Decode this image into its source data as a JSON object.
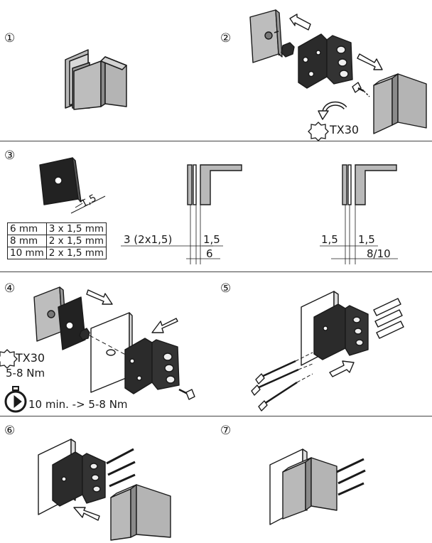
{
  "steps": [
    "①",
    "②",
    "③",
    "④",
    "⑤",
    "⑥",
    "⑦"
  ],
  "labels": {
    "tx30_step2": "TX30",
    "tx30_step4": "TX30",
    "torque": "5-8 Nm",
    "timer_text": "10 min. -> 5-8 Nm",
    "pad_thickness": "1,5",
    "left_gap_label": "3 (2x1,5)",
    "left_pad_label": "1,5",
    "left_dim": "6",
    "right_pad_a": "1,5",
    "right_pad_b": "1,5",
    "right_dim": "8/10"
  },
  "table": [
    [
      "6 mm",
      "3 x 1,5 mm"
    ],
    [
      "8 mm",
      "2 x 1,5 mm"
    ],
    [
      "10 mm",
      "2 x 1,5 mm"
    ]
  ],
  "colors": {
    "line": "#1a1a1a",
    "gray": "#b9b9b9",
    "dark": "#2b2b2b"
  },
  "icons": [
    "torx-icon",
    "rotate-arrow-icon",
    "stopwatch-icon",
    "arrow-icon",
    "screw-icon",
    "wall-plug-icon"
  ]
}
